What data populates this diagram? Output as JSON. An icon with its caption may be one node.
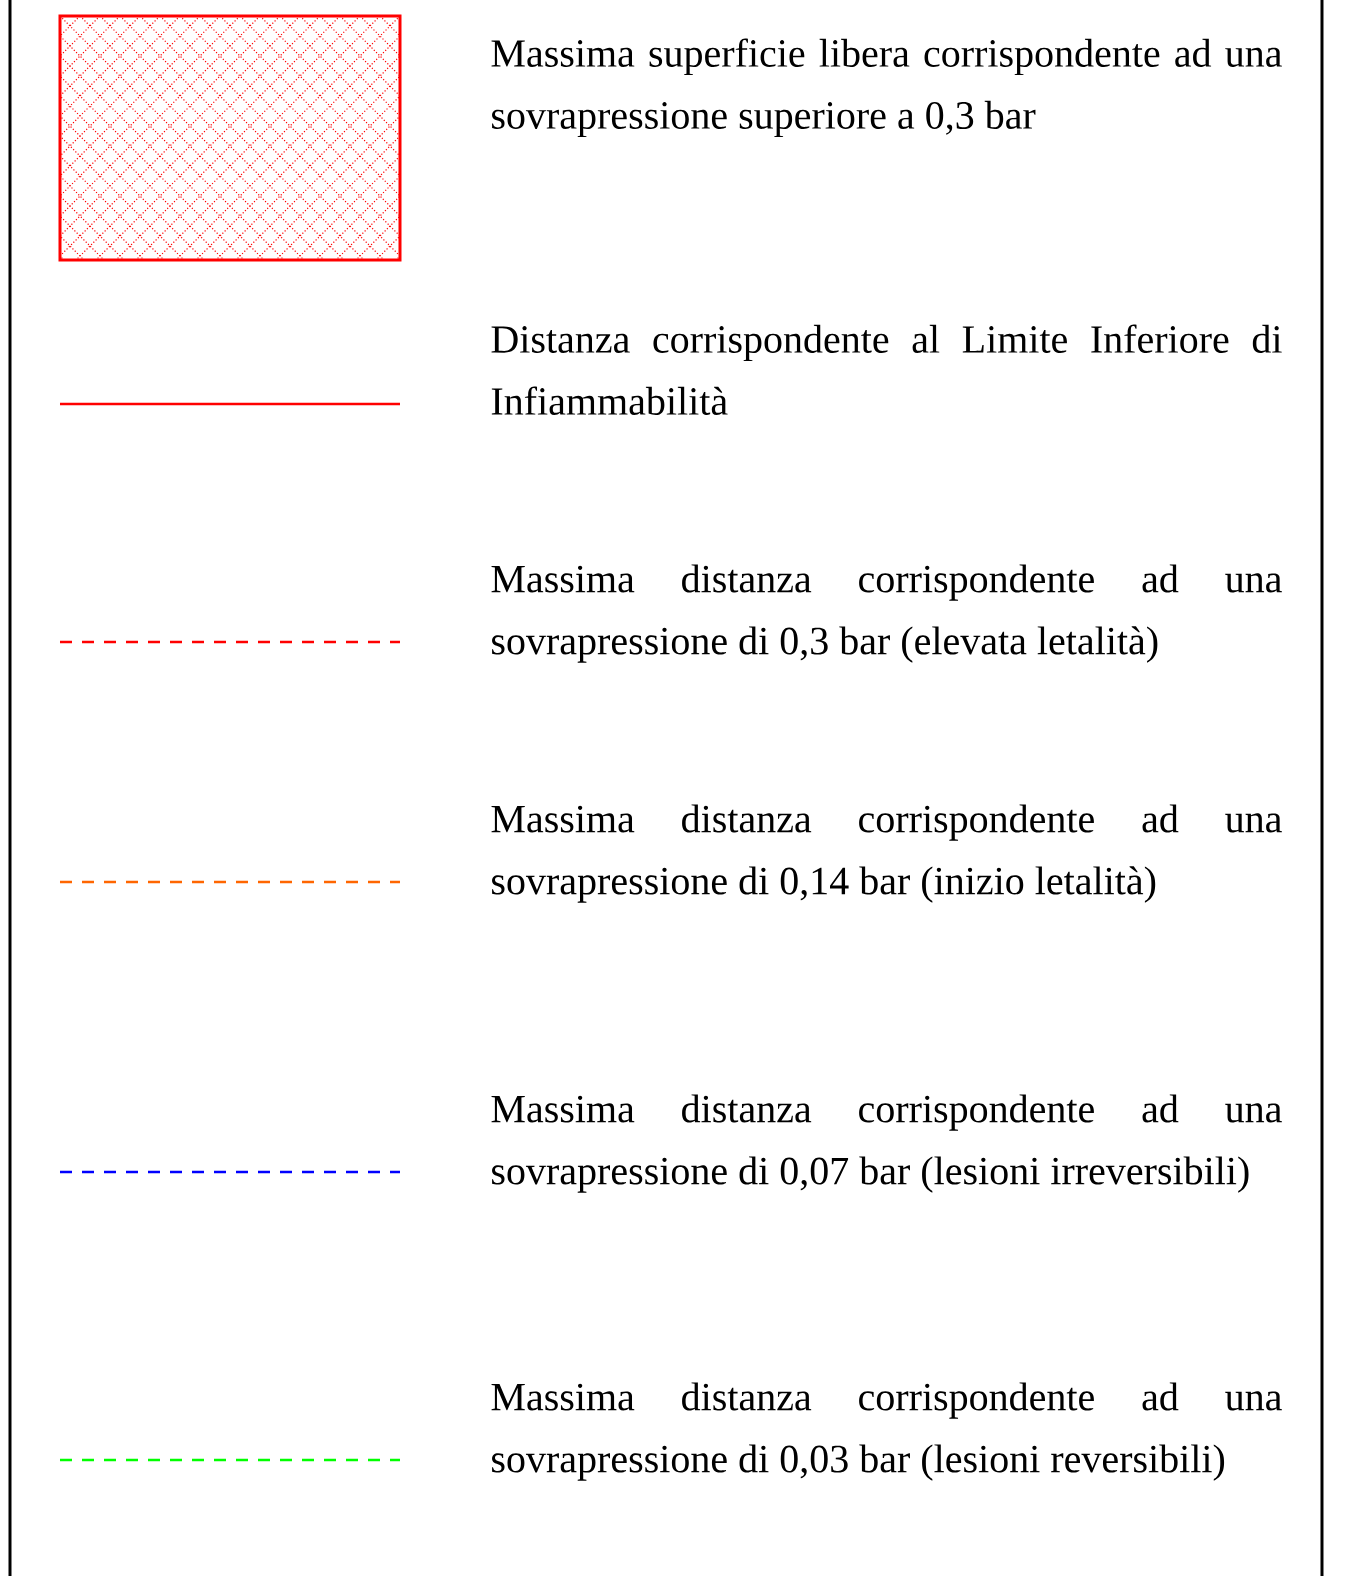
{
  "diagram": {
    "legend": [
      {
        "text": "Massima superficie libera corrispondente ad una sovrapressione superiore a 0,3 bar"
      },
      {
        "text": "Distanza corrispondente al Limite Inferiore di Infiammabilità"
      },
      {
        "text": "Massima distanza corrispondente ad una sovrapressione di 0,3 bar (elevata letalità)"
      },
      {
        "text": "Massima distanza corrispondente ad una sovrapressione di 0,14 bar (inizio letalità)"
      },
      {
        "text": "Massima distanza corrispondente ad una sovrapressione di 0,07 bar (lesioni irreversibili)"
      },
      {
        "text": "Massima distanza corrispondente ad una sovrapressione di 0,03 bar (lesioni reversibili)"
      }
    ]
  }
}
